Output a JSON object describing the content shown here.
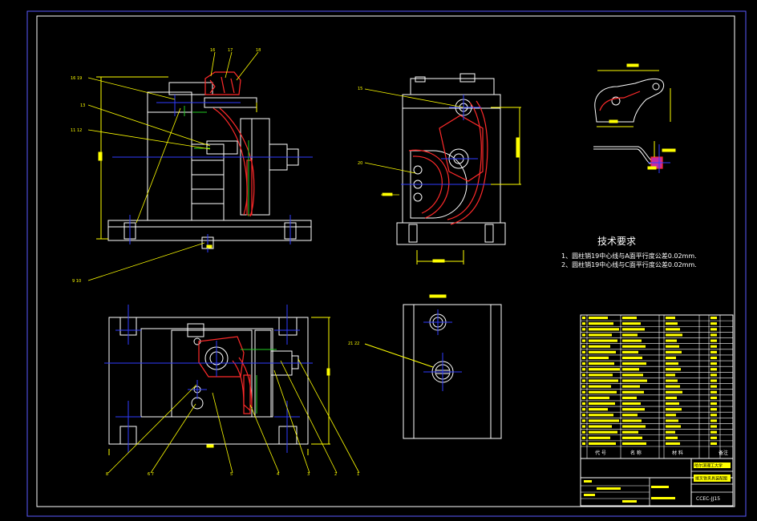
{
  "colors": {
    "background": "#000000",
    "frame": "#5a5aff",
    "outline": "#ffffff",
    "centerline": "#2f3cff",
    "part": "#ff2a2a",
    "dimension": "#ffff00",
    "hidden": "#22cc22"
  },
  "balloons": {
    "b1": "16 19",
    "b2": "13",
    "b3": "11 12",
    "b4": "9 10",
    "b5": "16",
    "b6": "17",
    "b7": "18",
    "b8": "15",
    "b9": "20",
    "b10": "21 22",
    "b11": "8",
    "b12": "6 7",
    "b13": "5",
    "b14": "4",
    "b15": "3",
    "b16": "2",
    "b17": "1"
  },
  "requirements": {
    "title": "技术要求",
    "line1": "1、圆柱销19中心线与A面平行度公差0.02mm.",
    "line2": "2、圆柱销19中心线与C面平行度公差0.02mm."
  },
  "title_block": {
    "h_code": "代 号",
    "h_name": "名 称",
    "h_material": "材 料",
    "h_remark": "备注",
    "school": "哈尔滨理工大学",
    "drawing_name": "拨叉铣夹具装配图",
    "drawing_no": "CCEC-JJ15"
  }
}
